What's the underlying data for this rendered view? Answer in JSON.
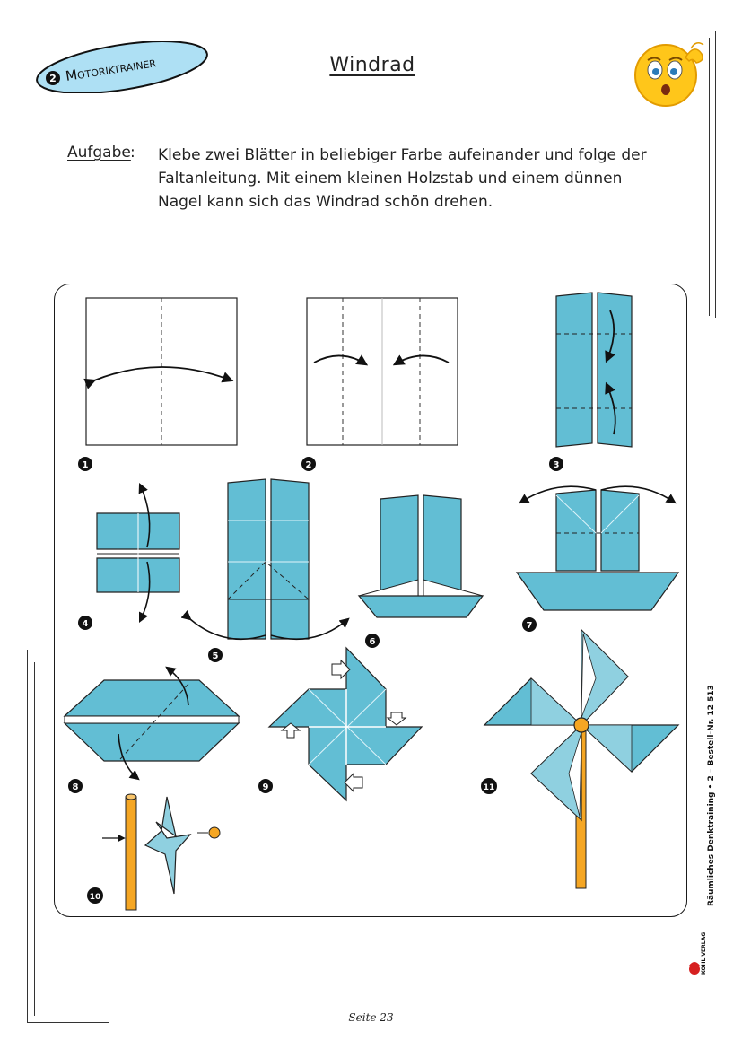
{
  "header": {
    "badge_number": "2",
    "badge_text": "Motoriktrainer",
    "title": "Windrad"
  },
  "task": {
    "label": "Aufgabe",
    "colon": ":",
    "lines": [
      "Klebe zwei Blätter in beliebiger Farbe aufeinander und folge der",
      "Faltanleitung. Mit einem kleinen Holzstab und einem dünnen",
      "Nagel kann sich das Windrad schön drehen."
    ]
  },
  "steps": [
    "1",
    "2",
    "3",
    "4",
    "5",
    "6",
    "7",
    "8",
    "9",
    "10",
    "11"
  ],
  "sidebar": {
    "text": "Räumliches Denktraining • 2  –  Bestell-Nr. 12 513",
    "publisher": "KOHL VERLAG"
  },
  "footer": {
    "page": "Seite 23"
  },
  "colors": {
    "paper": "#62bed4",
    "paper_light": "#8fd0e0",
    "stick": "#f5a623",
    "badge_fill": "#aee0f4",
    "emoji_face": "#ffc61a"
  }
}
